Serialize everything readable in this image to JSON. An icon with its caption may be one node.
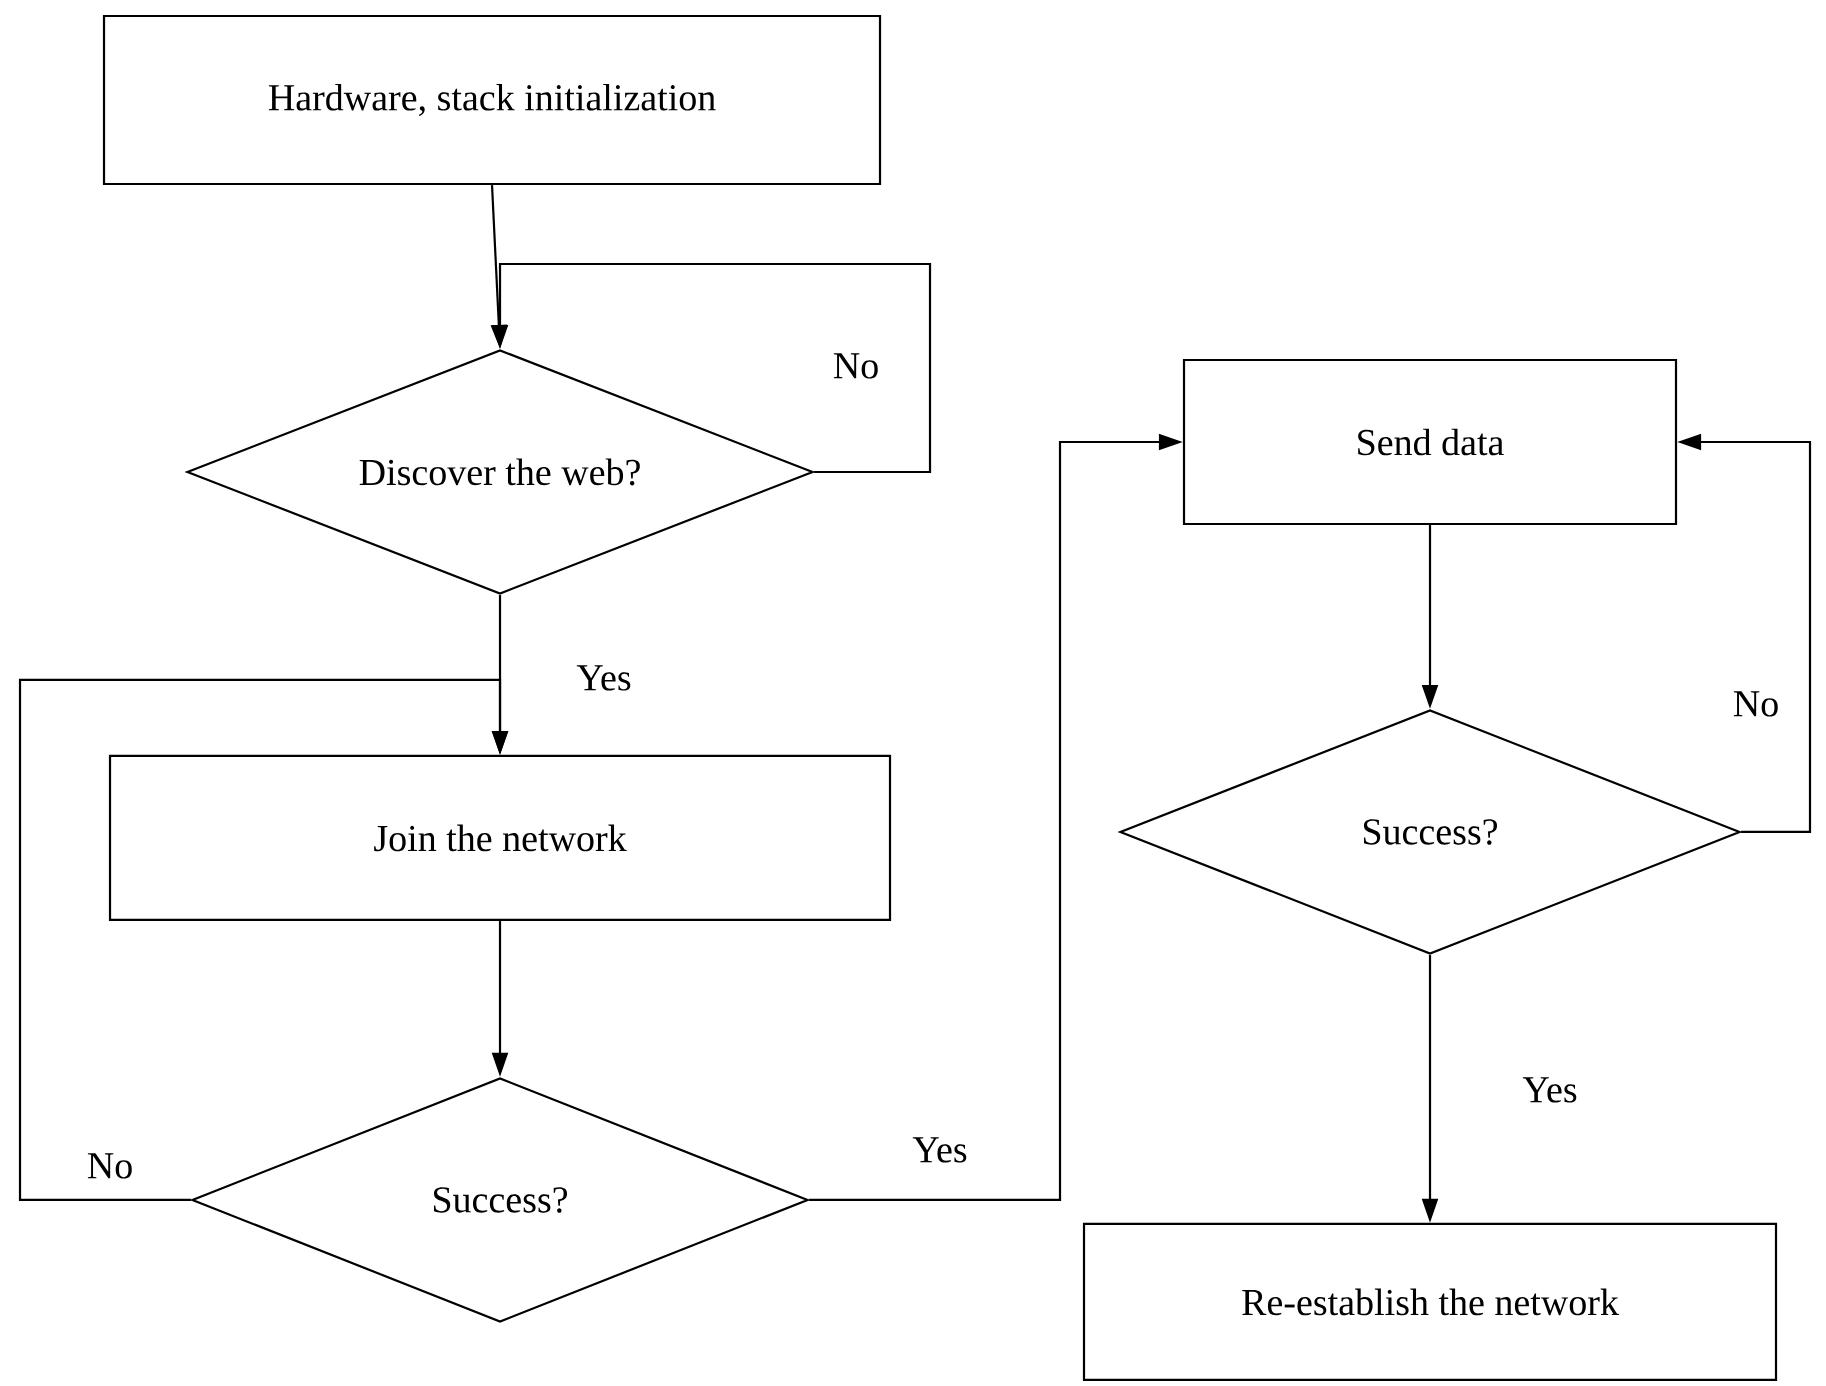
{
  "diagram": {
    "nodes": [
      {
        "text": [
          "Hardware, stack initialization"
        ]
      },
      {
        "text": [
          "Discover the web?"
        ]
      },
      {
        "text": [
          "Join the network"
        ]
      },
      {
        "text": [
          "Success?"
        ]
      },
      {
        "text": [
          "Send data"
        ]
      },
      {
        "text": [
          "Success?"
        ]
      },
      {
        "text": [
          "Re-establish the network"
        ]
      }
    ],
    "edges": [
      {
        "from": 0,
        "to": 1,
        "arrow": "to"
      },
      {
        "from": 1,
        "to": 1,
        "arrow": "to",
        "label": "No"
      },
      {
        "from": 1,
        "to": 2,
        "arrow": "to",
        "label": "Yes"
      },
      {
        "from": 2,
        "to": 3,
        "arrow": "to"
      },
      {
        "from": 3,
        "to": 2,
        "arrow": "to",
        "label": "No"
      },
      {
        "from": 3,
        "to": 4,
        "arrow": "to",
        "label": "Yes"
      },
      {
        "from": 4,
        "to": 5,
        "arrow": "to"
      },
      {
        "from": 5,
        "to": 4,
        "arrow": "to",
        "label": "No"
      },
      {
        "from": 5,
        "to": 6,
        "arrow": "to",
        "label": "Yes"
      }
    ]
  }
}
